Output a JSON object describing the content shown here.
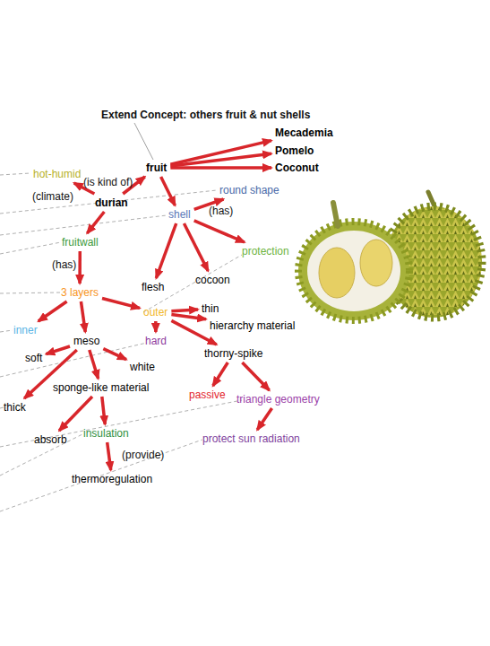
{
  "diagram": {
    "nodes": [
      {
        "text": [
          "hot-humid"
        ]
      },
      {
        "text": [
          "fruit"
        ]
      },
      {
        "text": [
          "Mecademia"
        ]
      },
      {
        "text": [
          "Pomelo"
        ]
      },
      {
        "text": [
          "Coconut"
        ]
      },
      {
        "text": [
          "durian"
        ]
      },
      {
        "text": [
          "shell"
        ]
      },
      {
        "text": [
          "round shape"
        ]
      },
      {
        "text": [
          "protection"
        ]
      },
      {
        "text": [
          "flesh"
        ]
      },
      {
        "text": [
          "cocoon"
        ]
      },
      {
        "text": [
          "fruitwall"
        ]
      },
      {
        "text": [
          "3 layers"
        ]
      },
      {
        "text": [
          "outer"
        ]
      },
      {
        "text": [
          "thin"
        ]
      },
      {
        "text": [
          "hierarchy material"
        ]
      },
      {
        "text": [
          "hard"
        ]
      },
      {
        "text": [
          "inner"
        ]
      },
      {
        "text": [
          "meso"
        ]
      },
      {
        "text": [
          "soft"
        ]
      },
      {
        "text": [
          "white"
        ]
      },
      {
        "text": [
          "thorny-spike"
        ]
      },
      {
        "text": [
          "sponge-like material"
        ]
      },
      {
        "text": [
          "thick"
        ]
      },
      {
        "text": [
          "passive"
        ]
      },
      {
        "text": [
          "triangle geometry"
        ]
      },
      {
        "text": [
          "absorb"
        ]
      },
      {
        "text": [
          "insulation"
        ]
      },
      {
        "text": [
          "protect sun radiation"
        ]
      },
      {
        "text": [
          "thermoregulation"
        ]
      }
    ],
    "edges": [
      {
        "from": 1,
        "to": 2,
        "arrow": "to"
      },
      {
        "from": 1,
        "to": 3,
        "arrow": "to"
      },
      {
        "from": 1,
        "to": 4,
        "arrow": "to"
      },
      {
        "from": 5,
        "to": 1,
        "label": "(is kind of)",
        "arrow": "to"
      },
      {
        "from": 5,
        "to": 0,
        "label": "(climate)",
        "arrow": "to"
      },
      {
        "from": 1,
        "to": 6,
        "arrow": "to"
      },
      {
        "from": 6,
        "to": 7,
        "label": "(has)",
        "arrow": "to"
      },
      {
        "from": 6,
        "to": 9,
        "arrow": "to"
      },
      {
        "from": 6,
        "to": 10,
        "arrow": "to"
      },
      {
        "from": 6,
        "to": 8,
        "arrow": "to"
      },
      {
        "from": 5,
        "to": 11,
        "arrow": "to"
      },
      {
        "from": 11,
        "to": 12,
        "label": "(has)",
        "arrow": "to"
      },
      {
        "from": 12,
        "to": 17,
        "arrow": "to"
      },
      {
        "from": 12,
        "to": 18,
        "arrow": "to"
      },
      {
        "from": 12,
        "to": 13,
        "arrow": "to"
      },
      {
        "from": 13,
        "to": 14,
        "arrow": "to"
      },
      {
        "from": 13,
        "to": 15,
        "arrow": "to"
      },
      {
        "from": 13,
        "to": 16,
        "arrow": "to"
      },
      {
        "from": 13,
        "to": 21,
        "arrow": "to"
      },
      {
        "from": 18,
        "to": 19,
        "arrow": "to"
      },
      {
        "from": 18,
        "to": 20,
        "arrow": "to"
      },
      {
        "from": 18,
        "to": 22,
        "arrow": "to"
      },
      {
        "from": 18,
        "to": 23,
        "arrow": "to"
      },
      {
        "from": 21,
        "to": 24,
        "arrow": "to"
      },
      {
        "from": 21,
        "to": 25,
        "arrow": "to"
      },
      {
        "from": 25,
        "to": 28,
        "arrow": "to"
      },
      {
        "from": 22,
        "to": 26,
        "arrow": "to"
      },
      {
        "from": 22,
        "to": 27,
        "arrow": "to"
      },
      {
        "from": 27,
        "to": 29,
        "label": "(provide)",
        "arrow": "to"
      }
    ],
    "labels": [
      "Extend Concept: others fruit & nut shells"
    ]
  }
}
